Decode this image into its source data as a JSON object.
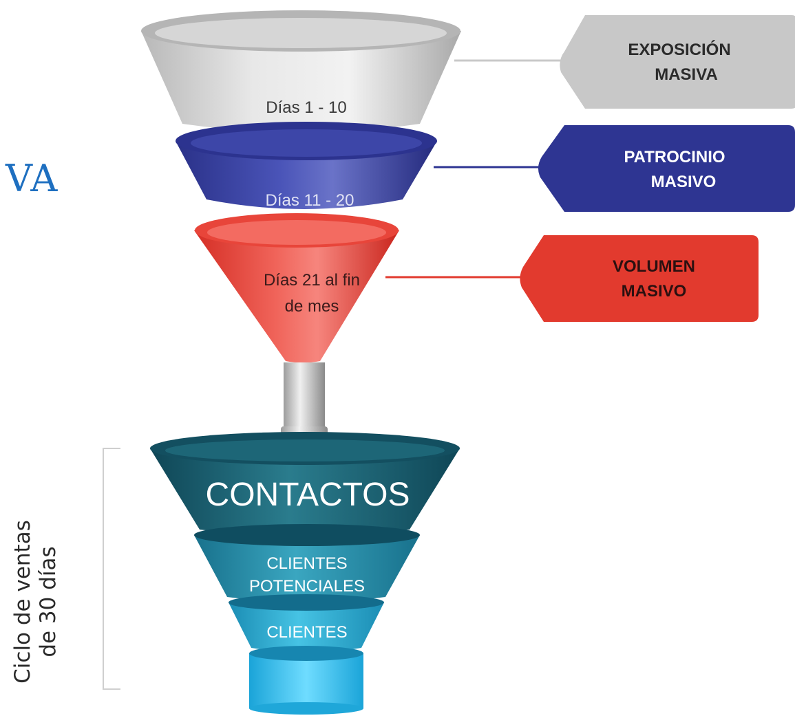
{
  "partial_title": "VA",
  "funnel_top": [
    {
      "id": "exposicion",
      "stage_text": "Días  1 - 10",
      "tag_line1": "EXPOSICIÓN",
      "tag_line2": "MASIVA",
      "color": "#c8c8c8",
      "tag_text_color": "#2b2b2b"
    },
    {
      "id": "patrocinio",
      "stage_text": "Días  11 - 20",
      "tag_line1": "PATROCINIO",
      "tag_line2": "MASIVO",
      "color": "#2e3592",
      "tag_text_color": "#ffffff"
    },
    {
      "id": "volumen",
      "stage_text_line1": "Días  21 al fin",
      "stage_text_line2": "de mes",
      "tag_line1": "VOLUMEN",
      "tag_line2": "MASIVO",
      "color": "#e23a2e",
      "tag_text_color": "#2b1010"
    }
  ],
  "funnel_bottom": {
    "contactos": "CONTACTOS",
    "clientes_potenciales_line1": "CLIENTES",
    "clientes_potenciales_line2": "POTENCIALES",
    "clientes": "CLIENTES"
  },
  "side_label": {
    "line1": "Ciclo de ventas",
    "line2": "de 30 días"
  }
}
